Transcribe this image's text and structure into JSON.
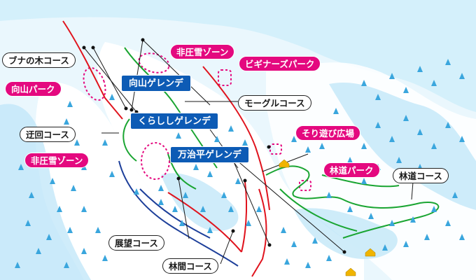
{
  "colors": {
    "lift": "#e0141e",
    "course_green": "#1aa532",
    "course_navy": "#1d3f9a",
    "tree": "#3aa6dd",
    "snow_shadow": "#bfe6f8",
    "sky": "#cfeefb",
    "pink_label": "#e4097f",
    "blue_label": "#0d5bb5",
    "lodge": "#f0b400"
  },
  "labels": {
    "buna": "ブナの木コース",
    "mukaiyama_park": "向山パーク",
    "detour": "迂回コース",
    "ungroomed_left": "非圧雪ゾーン",
    "ungroomed_top": "非圧雪ゾーン",
    "beginners_park": "ビギナーズパーク",
    "mukaiyama_gelande": "向山ゲレンデ",
    "mogul": "モーグルコース",
    "kurashishi": "くらししゲレンデ",
    "sled_area": "そり遊び広場",
    "manjidaira": "万治平ゲレンデ",
    "rindo_park": "林道パーク",
    "rindo_course": "林道コース",
    "view_course": "展望コース",
    "forest_course": "林間コース"
  },
  "icons": [
    "lift-line-icon",
    "tree-icon",
    "lodge-icon",
    "park-zone-icon"
  ]
}
